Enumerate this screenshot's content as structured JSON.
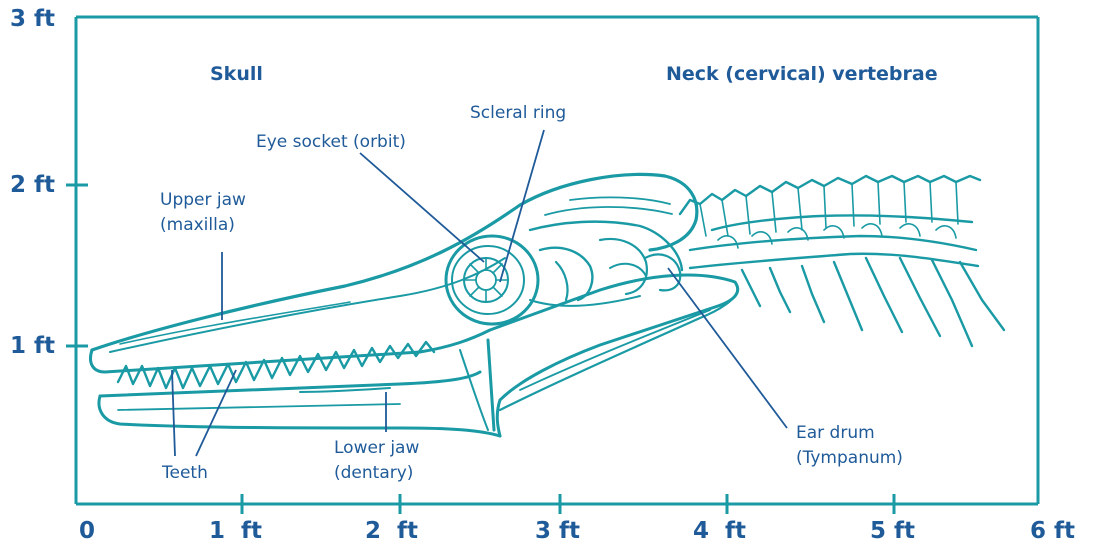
{
  "colors": {
    "frame": "#1a9aa4",
    "bone": "#1a9aa4",
    "text": "#1f5a99"
  },
  "axes": {
    "x_ticks": [
      "0",
      "1  ft",
      "2  ft",
      "3 ft",
      "4  ft",
      "5 ft",
      "6 ft"
    ],
    "y_ticks": [
      "3 ft",
      "2 ft",
      "1 ft"
    ]
  },
  "sections": {
    "skull": "Skull",
    "neck": "Neck (cervical) vertebrae"
  },
  "labels": {
    "scleral_ring": "Scleral ring",
    "eye_socket": "Eye socket (orbit)",
    "upper_jaw": [
      "Upper jaw",
      "(maxilla)"
    ],
    "teeth": "Teeth",
    "lower_jaw": [
      "Lower jaw",
      "(dentary)"
    ],
    "ear_drum": [
      "Ear drum",
      "(Tympanum)"
    ]
  }
}
